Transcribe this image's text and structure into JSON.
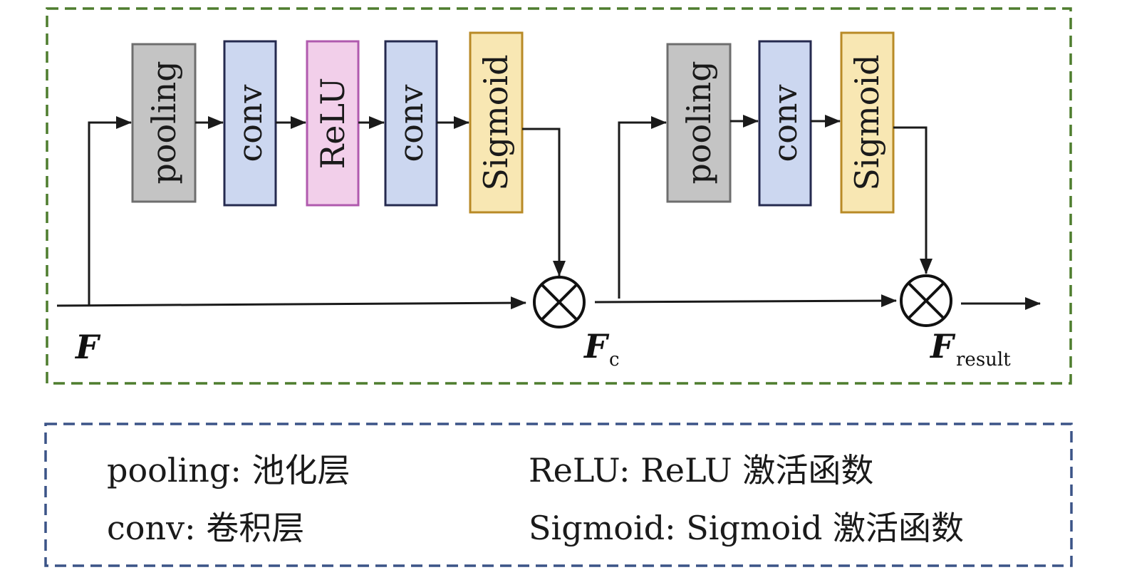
{
  "colors": {
    "module_border": "#4e7d2e",
    "legend_border": "#3b5487",
    "pooling_fill": "#c4c4c4",
    "pooling_stroke": "#6e6e6e",
    "conv_fill": "#ccd7f0",
    "conv_stroke": "#252a4f",
    "relu_fill": "#f2cfea",
    "relu_stroke": "#b05aae",
    "sigmoid_fill": "#f8e7b3",
    "sigmoid_stroke": "#b88a26"
  },
  "blocks": {
    "b1": "pooling",
    "b2": "conv",
    "b3": "ReLU",
    "b4": "conv",
    "b5": "Sigmoid",
    "b6": "pooling",
    "b7": "conv",
    "b8": "Sigmoid"
  },
  "labels": {
    "input": "F",
    "fc_main": "F",
    "fc_sub": "c",
    "out_main": "F",
    "out_sub": "result"
  },
  "legend": {
    "pooling": "pooling: 池化层",
    "conv": "conv: 卷积层",
    "relu": "ReLU: ReLU 激活函数",
    "sigmoid": "Sigmoid: Sigmoid 激活函数"
  }
}
